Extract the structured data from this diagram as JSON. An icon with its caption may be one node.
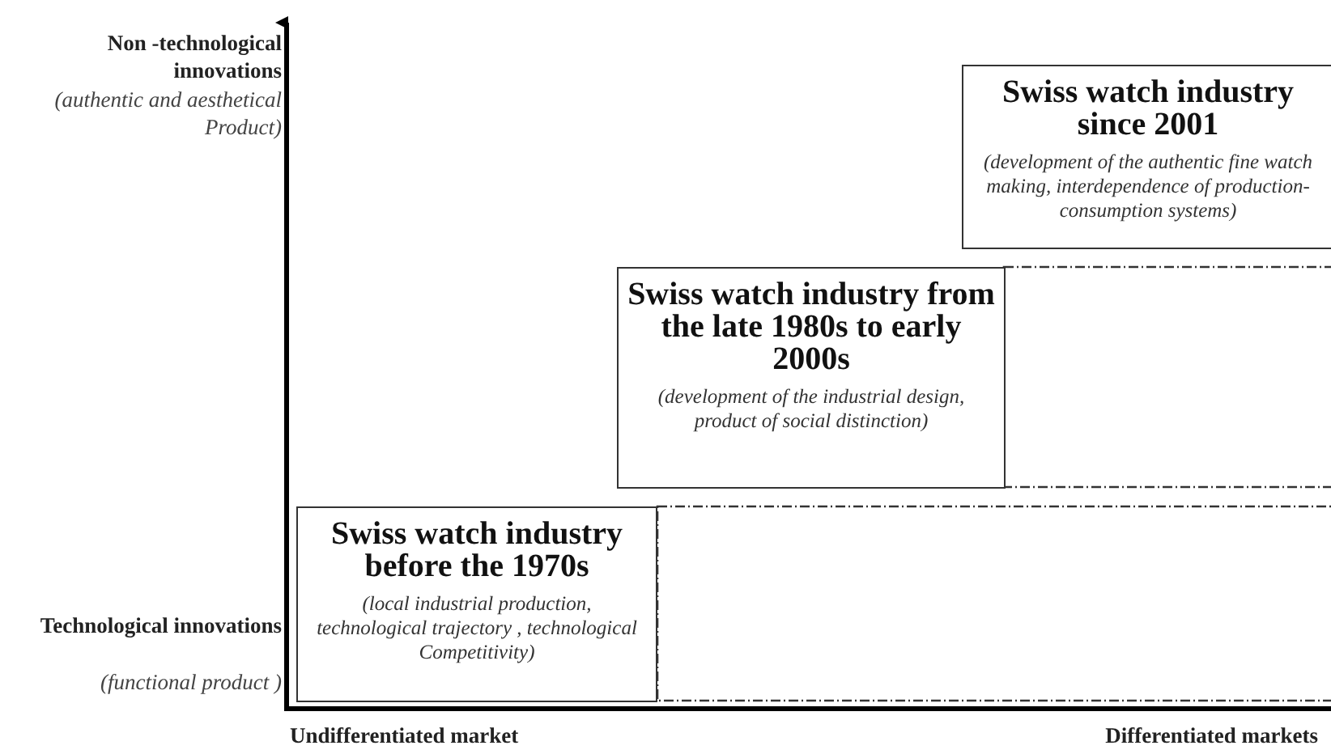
{
  "diagram": {
    "nodes": [
      {
        "text": [
          "Swiss watch industry before the 1970s",
          "(local industrial production, technological trajectory , technological Competitivity)"
        ]
      },
      {
        "text": [
          "Swiss watch industry from the late 1980s to early 2000s",
          "(development of the industrial design, product of social distinction)"
        ]
      },
      {
        "text": [
          "Swiss watch industry since 2001",
          "(development of the authentic fine watch making, interdependence of production-consumption systems)"
        ]
      }
    ],
    "labels": [
      "Non -technological innovations",
      "(authentic and aesthetical Product)",
      "Technological innovations",
      "(functional product )",
      "Undifferentiated market",
      "Differentiated markets"
    ]
  }
}
